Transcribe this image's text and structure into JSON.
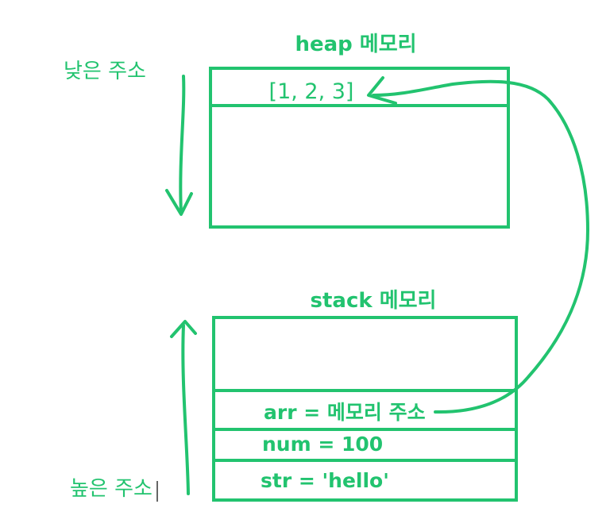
{
  "colors": {
    "accent": "#22c36f"
  },
  "heap": {
    "title": "heap 메모리",
    "cells": [
      "[1, 2, 3]"
    ]
  },
  "stack": {
    "title": "stack 메모리",
    "cells": [
      "arr = 메모리 주소",
      "num = 100",
      "str = 'hello'"
    ]
  },
  "address_labels": {
    "low": "낮은 주소",
    "high": "높은 주소"
  },
  "arrows": {
    "downward": "low-to-high-address-arrow",
    "upward": "stack-growth-arrow",
    "reference": "arr-to-heap-reference-arrow"
  }
}
